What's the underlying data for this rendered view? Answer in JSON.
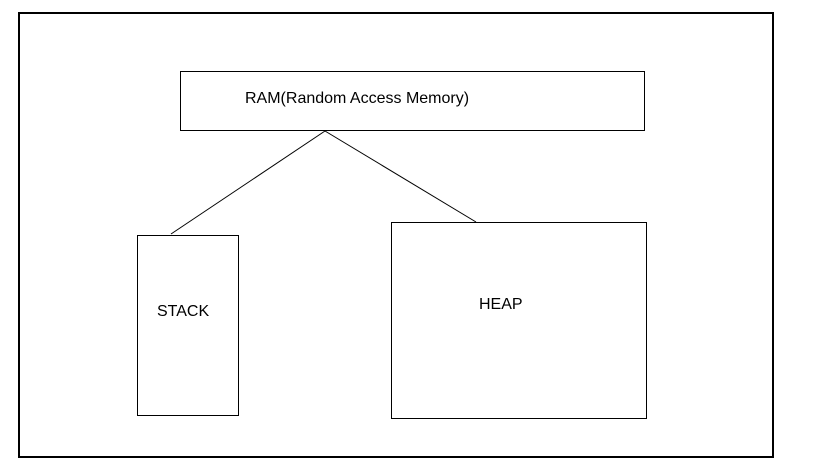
{
  "diagram": {
    "root": {
      "label": "RAM(Random Access Memory)"
    },
    "children": [
      {
        "label": "STACK"
      },
      {
        "label": "HEAP"
      }
    ]
  },
  "colors": {
    "line": "#000000",
    "background": "#ffffff"
  }
}
